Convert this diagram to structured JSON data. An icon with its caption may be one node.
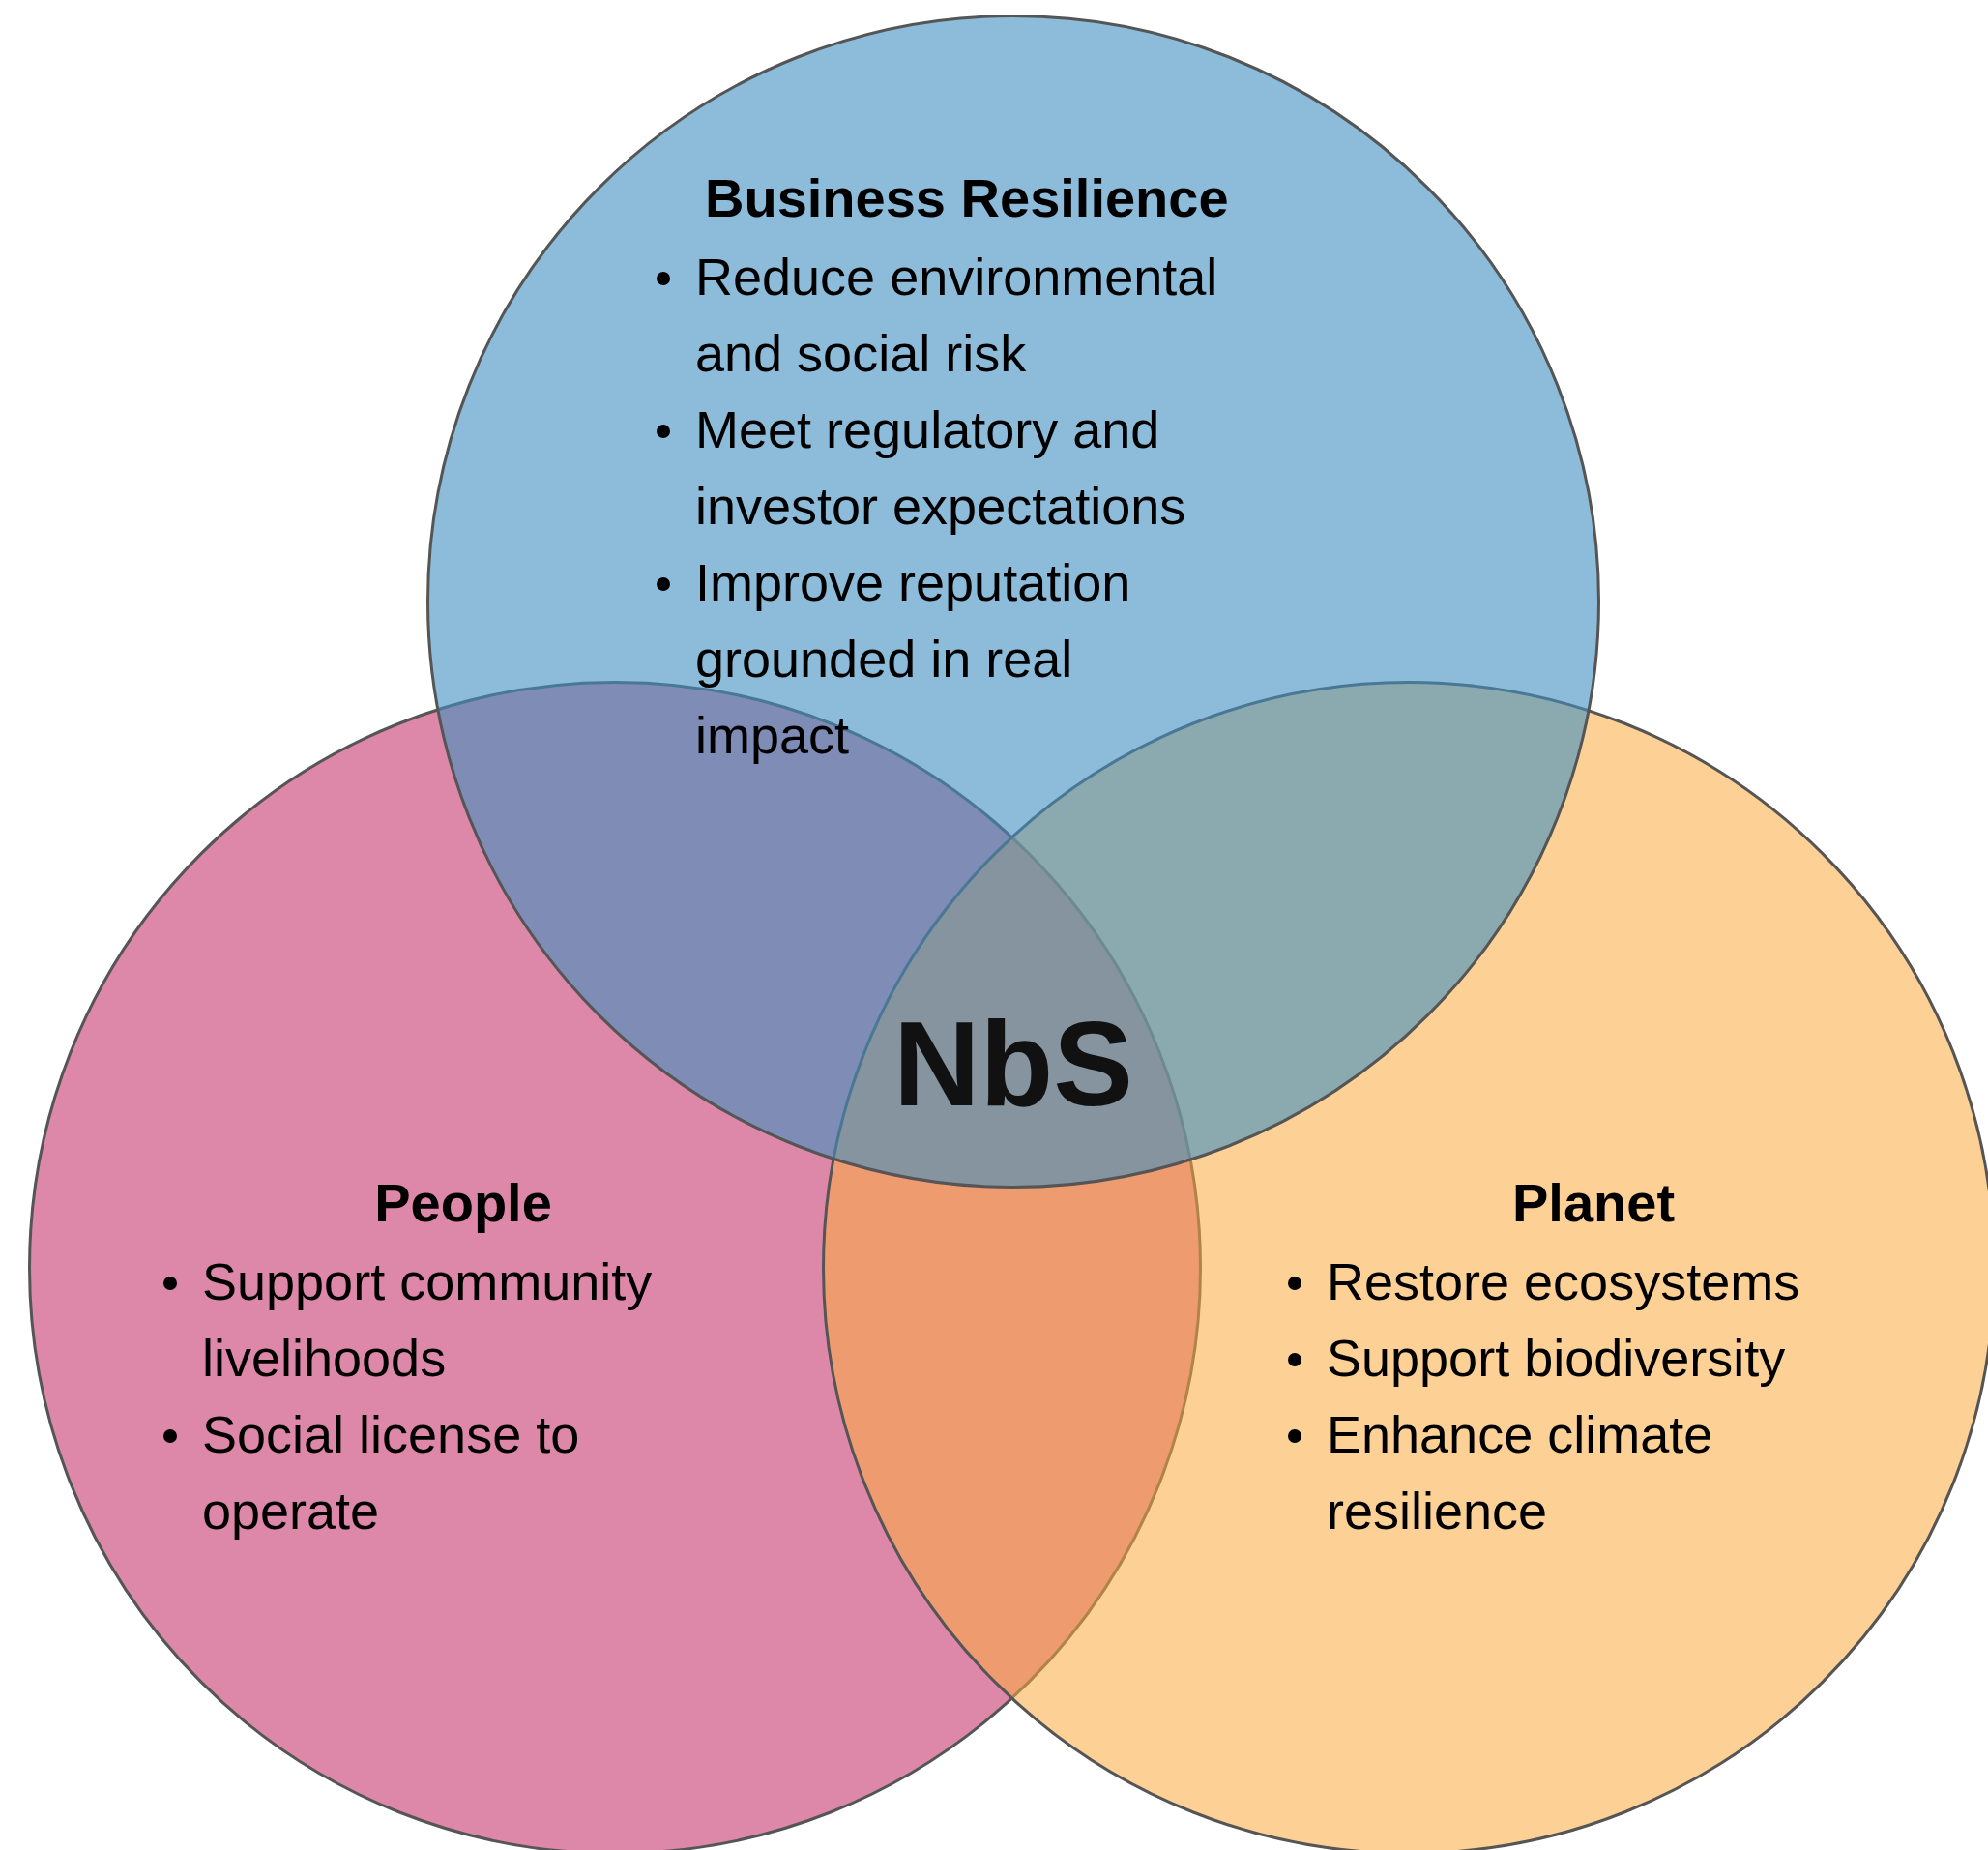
{
  "diagram": {
    "nodes": [
      {
        "text": [
          "Business Resilience",
          "Reduce environmental and social risk",
          "Meet regulatory and investor expectations",
          "Improve reputation grounded in real impact"
        ]
      },
      {
        "text": [
          "People",
          "Support community livelihoods",
          "Social license to operate"
        ]
      },
      {
        "text": [
          "Planet",
          "Restore ecosystems",
          "Support biodiversity",
          "Enhance climate resilience"
        ]
      }
    ],
    "labels": [
      "NbS"
    ]
  }
}
